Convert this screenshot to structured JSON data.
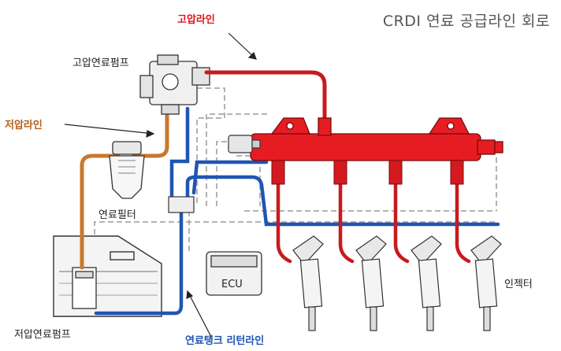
{
  "title": "CRDI 연료 공급라인 회로",
  "labels": {
    "high_pressure_line": "고압라인",
    "high_pressure_pump": "고압연료펌프",
    "low_pressure_line": "저압라인",
    "fuel_filter": "연료필터",
    "ecu": "ECU",
    "injector": "인젝터",
    "low_pressure_pump": "저압연료펌프",
    "return_line": "연료탱크 리턴라인"
  },
  "colors": {
    "high_pressure": "#e0151a",
    "low_pressure": "#c8782e",
    "return": "#1f55b4",
    "signal": "#9a9a9a",
    "outline": "#333333"
  }
}
